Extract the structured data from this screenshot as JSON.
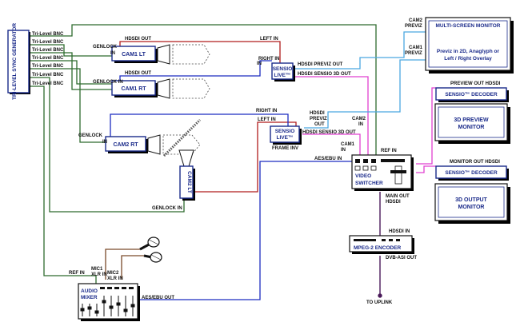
{
  "sync_generator": {
    "title": "TRI-LEVEL SYNC GENERATOR",
    "outputs": [
      "Tri-Level BNC",
      "Tri-Level BNC",
      "Tri-Level BNC",
      "Tri-Level BNC",
      "Tri-Level BNC",
      "Tri-Level BNC",
      "Tri-Level BNC"
    ]
  },
  "cameras": {
    "cam1_lt": "CAM1 LT",
    "cam1_rt": "CAM1 RT",
    "cam2_rt": "CAM2 RT",
    "cam2_lt": "CAM2 LT"
  },
  "labels": {
    "genlock_in": "GENLOCK IN",
    "genlock": "GENLOCK",
    "in": "IN",
    "hdsdi_out": "HDSDI OUT",
    "left_in": "LEFT IN",
    "right_in": "RIGHT IN",
    "hdsdi_previz_out": "HDSDI PREVIZ OUT",
    "hdsdi_sensio_3d_out": "HDSDI SENSIO 3D OUT",
    "hdsdi": "HDSDI",
    "previz": "PREVIZ",
    "out": "OUT",
    "frame_inv": "FRAME INV",
    "cam2_in": "CAM2",
    "cam2_in2": "IN",
    "cam1_in": "CAM1",
    "cam1_in2": "IN",
    "ref_in": "REF IN",
    "aes_ebu_in": "AES/EBU IN",
    "aes_ebu_out": "AES/EBU OUT",
    "main_out": "MAIN OUT",
    "main_out_hdsdi": "HDSDI",
    "hdsdi_in": "HDSDI IN",
    "dvb_asi_out": "DVB-ASI OUT",
    "to_uplink": "TO UPLINK",
    "mic1": "MIC1",
    "mic2": "MIC2",
    "xlr_in": "XLR IN",
    "cam2_previz": "CAM2",
    "cam2_previz2": "PREVIZ",
    "cam1_previz": "CAM1",
    "cam1_previz2": "PREVIZ",
    "preview_out_hdsdi": "PREVIEW OUT HDSDI",
    "monitor_out_hdsdi": "MONITOR OUT HDSDI"
  },
  "sensio_live": {
    "name": "SENSIO",
    "suffix": "LIVE™"
  },
  "video_switcher": [
    "VIDEO",
    "SWITCHER"
  ],
  "audio_mixer": [
    "AUDIO",
    "MIXER"
  ],
  "mpeg_encoder": "MPEG-2 ENCODER",
  "multi_screen_monitor": {
    "title": "MULTI-SCREEN MONITOR",
    "desc": [
      "Previz in 2D, Anaglyph or",
      "Left / Right Overlay"
    ]
  },
  "sensio_decoder": "SENSIO™ DECODER",
  "preview_monitor": [
    "3D PREVIEW",
    "MONITOR"
  ],
  "output_monitor": [
    "3D OUTPUT",
    "MONITOR"
  ],
  "colors": {
    "green": "#2e6b2e",
    "red": "#b01c1c",
    "blue": "#1c2cc0",
    "magenta": "#e040d0",
    "cyan": "#4aa8e0",
    "brown": "#7a4a2a",
    "purple": "#4a1a5a"
  }
}
